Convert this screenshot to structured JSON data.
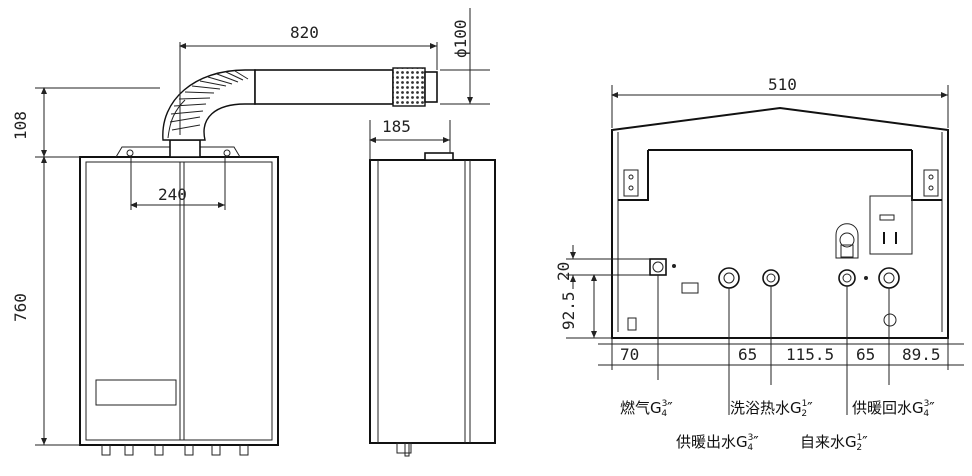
{
  "dimensions": {
    "flue_length": "820",
    "flue_diameter": "ϕ100",
    "flue_height": "108",
    "body_height": "760",
    "flue_spacing": "240",
    "side_depth": "185",
    "bottom_width": "510",
    "gas_offset": "20",
    "bottom_depth": "92.5",
    "spacing_1": "70",
    "spacing_2": "65",
    "spacing_3": "115.5",
    "spacing_4": "65",
    "spacing_5": "89.5"
  },
  "connections": [
    {
      "name": "燃气",
      "size": "G",
      "num": "3",
      "den": "4"
    },
    {
      "name": "供暖出水",
      "size": "G",
      "num": "3",
      "den": "4"
    },
    {
      "name": "洗浴热水",
      "size": "G",
      "num": "1",
      "den": "2"
    },
    {
      "name": "自来水",
      "size": "G",
      "num": "1",
      "den": "2"
    },
    {
      "name": "供暖回水",
      "size": "G",
      "num": "3",
      "den": "4"
    }
  ],
  "marks": {
    "suffix": "″"
  }
}
